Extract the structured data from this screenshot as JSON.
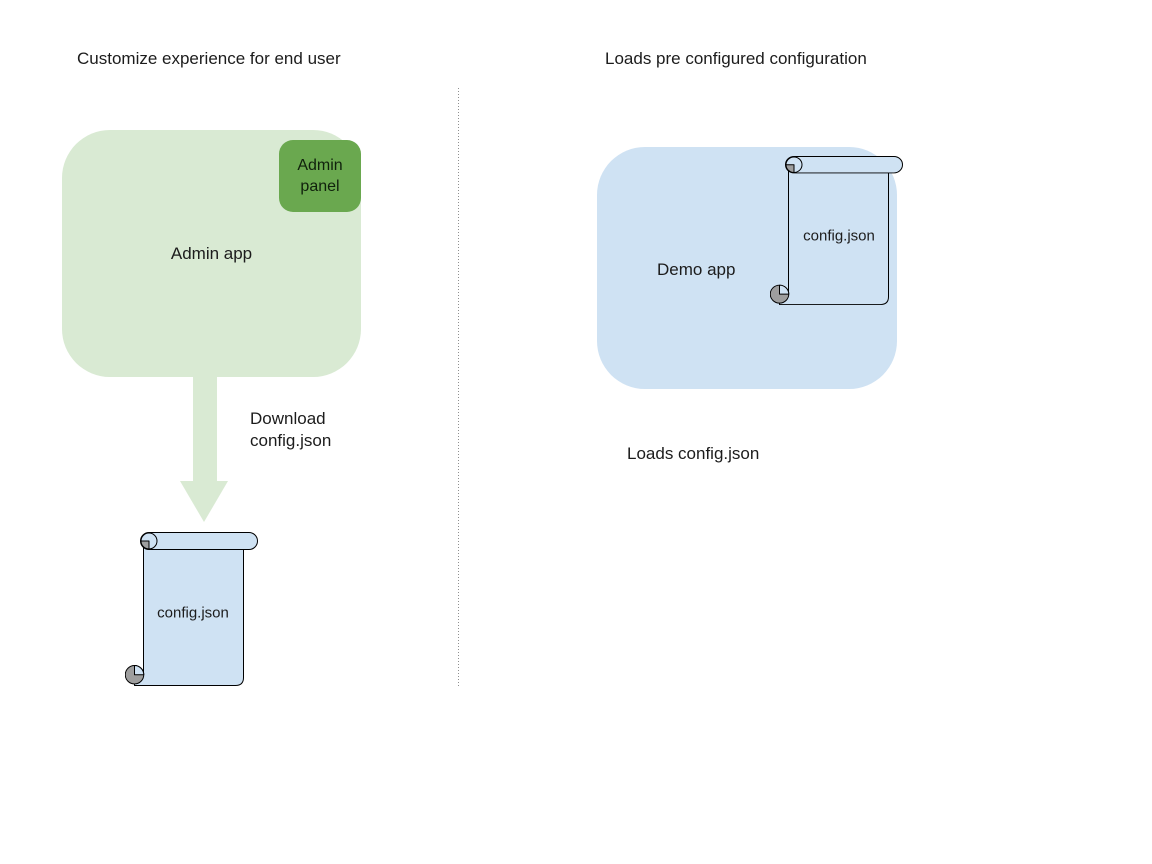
{
  "diagram": {
    "left": {
      "title": "Customize experience for end user",
      "admin_app_label": "Admin app",
      "admin_panel_label": "Admin panel",
      "arrow_label": "Download\nconfig.json",
      "config_file_label": "config.json"
    },
    "right": {
      "title": "Loads pre configured configuration",
      "demo_app_label": "Demo app",
      "config_file_label": "config.json",
      "caption": "Loads config.json"
    },
    "colors": {
      "app_green": "#d9ead3",
      "panel_green": "#6aa84f",
      "file_blue": "#cfe2f3",
      "arrow_green": "#d9ead3",
      "curl_gray": "#9e9e9e",
      "outline": "#000000",
      "divider_gray": "#8f8f8f"
    }
  }
}
